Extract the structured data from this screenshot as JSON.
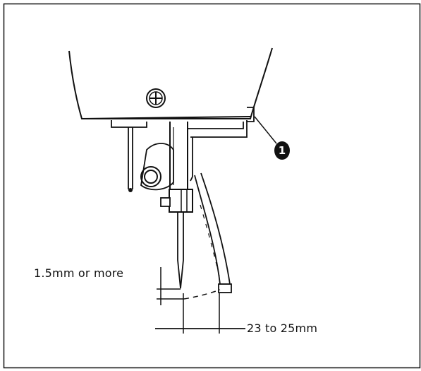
{
  "callout": {
    "number": "1"
  },
  "dimensions": {
    "needle_clearance": "1.5mm or more",
    "needle_to_guide_distance": "23 to 25mm"
  },
  "colors": {
    "line": "#111111",
    "background": "#ffffff"
  }
}
